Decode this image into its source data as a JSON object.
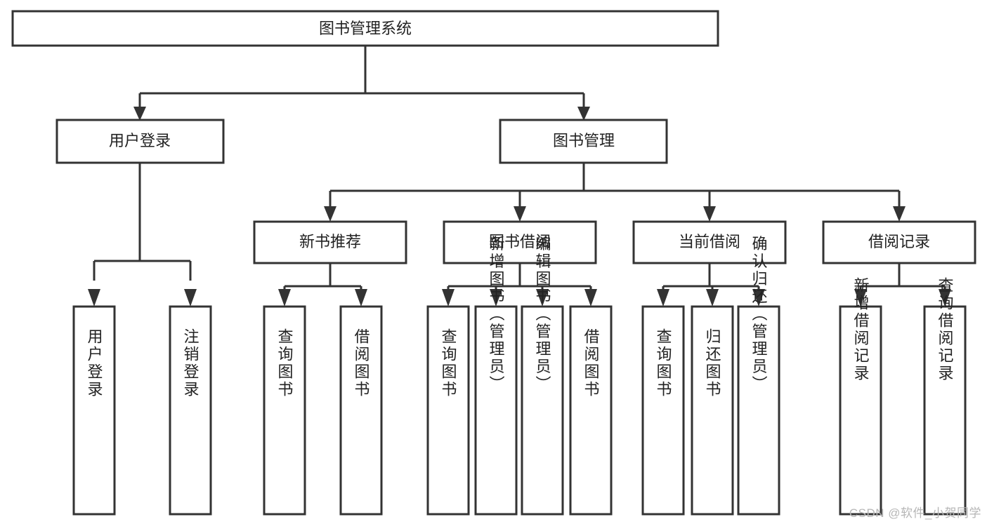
{
  "diagram": {
    "type": "tree",
    "title": "图书管理系统",
    "watermark": "CSDN @软件_小贺同学",
    "colors": {
      "stroke": "#333333",
      "fill": "#ffffff",
      "text": "#222222",
      "watermark": "#b6b6b6"
    },
    "root": {
      "label": "图书管理系统"
    },
    "level2": [
      {
        "label": "用户登录"
      },
      {
        "label": "图书管理"
      }
    ],
    "level3": [
      {
        "label": "新书推荐"
      },
      {
        "label": "图书借阅"
      },
      {
        "label": "当前借阅"
      },
      {
        "label": "借阅记录"
      }
    ],
    "leaves": {
      "user_login": [
        {
          "label": "用户登录"
        },
        {
          "label": "注销登录"
        }
      ],
      "new_book_recommend": [
        {
          "label": "查询图书"
        },
        {
          "label": "借阅图书"
        }
      ],
      "book_borrow": [
        {
          "label": "查询图书"
        },
        {
          "label": "新增图书（管理员）"
        },
        {
          "label": "编辑图书（管理员）"
        },
        {
          "label": "借阅图书"
        }
      ],
      "current_borrow": [
        {
          "label": "查询图书"
        },
        {
          "label": "归还图书"
        },
        {
          "label": "确认归还（管理员）"
        }
      ],
      "borrow_record": [
        {
          "label": "新增借阅记录"
        },
        {
          "label": "查询借阅记录"
        }
      ]
    }
  }
}
